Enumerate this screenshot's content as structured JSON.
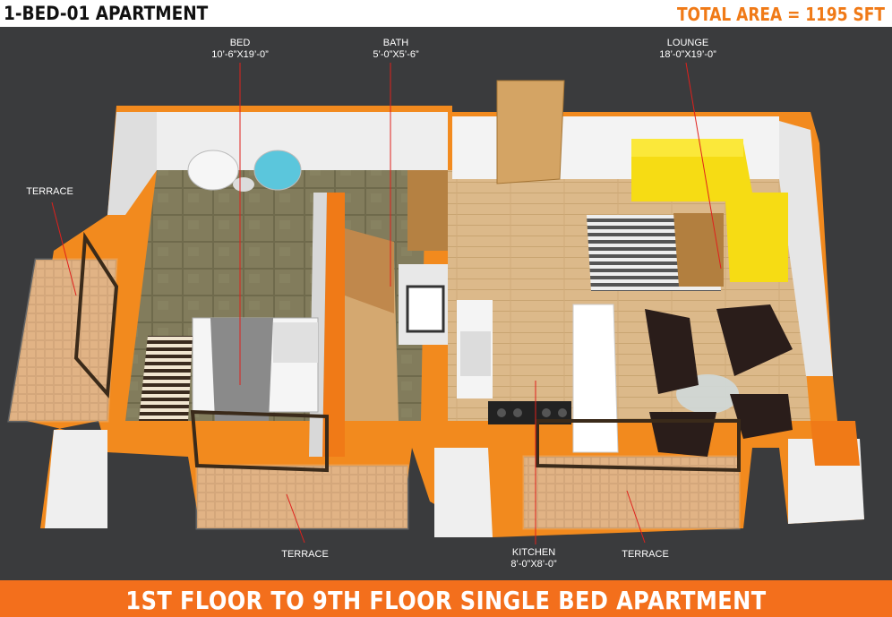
{
  "header": {
    "apartment_title": "1-BED-01 APARTMENT",
    "total_area": "TOTAL AREA = 1195 SFT"
  },
  "rooms": {
    "bed": {
      "name": "BED",
      "dims": "10’-6”X19’-0”"
    },
    "bath": {
      "name": "BATH",
      "dims": "5’-0”X5’-6”"
    },
    "lounge": {
      "name": "LOUNGE",
      "dims": "18’-0”X19’-0”"
    },
    "kitchen": {
      "name": "KITCHEN",
      "dims": "8’-0”X8’-0”"
    },
    "terrace_left": {
      "name": "TERRACE"
    },
    "terrace_bottom_left": {
      "name": "TERRACE"
    },
    "terrace_bottom_right": {
      "name": "TERRACE"
    }
  },
  "footer": {
    "caption": "1ST FLOOR TO 9TH FLOOR SINGLE BED APARTMENT"
  },
  "colors": {
    "accent": "#f36f1c",
    "background": "#3a3b3d",
    "wall": "#f0f0f0"
  }
}
